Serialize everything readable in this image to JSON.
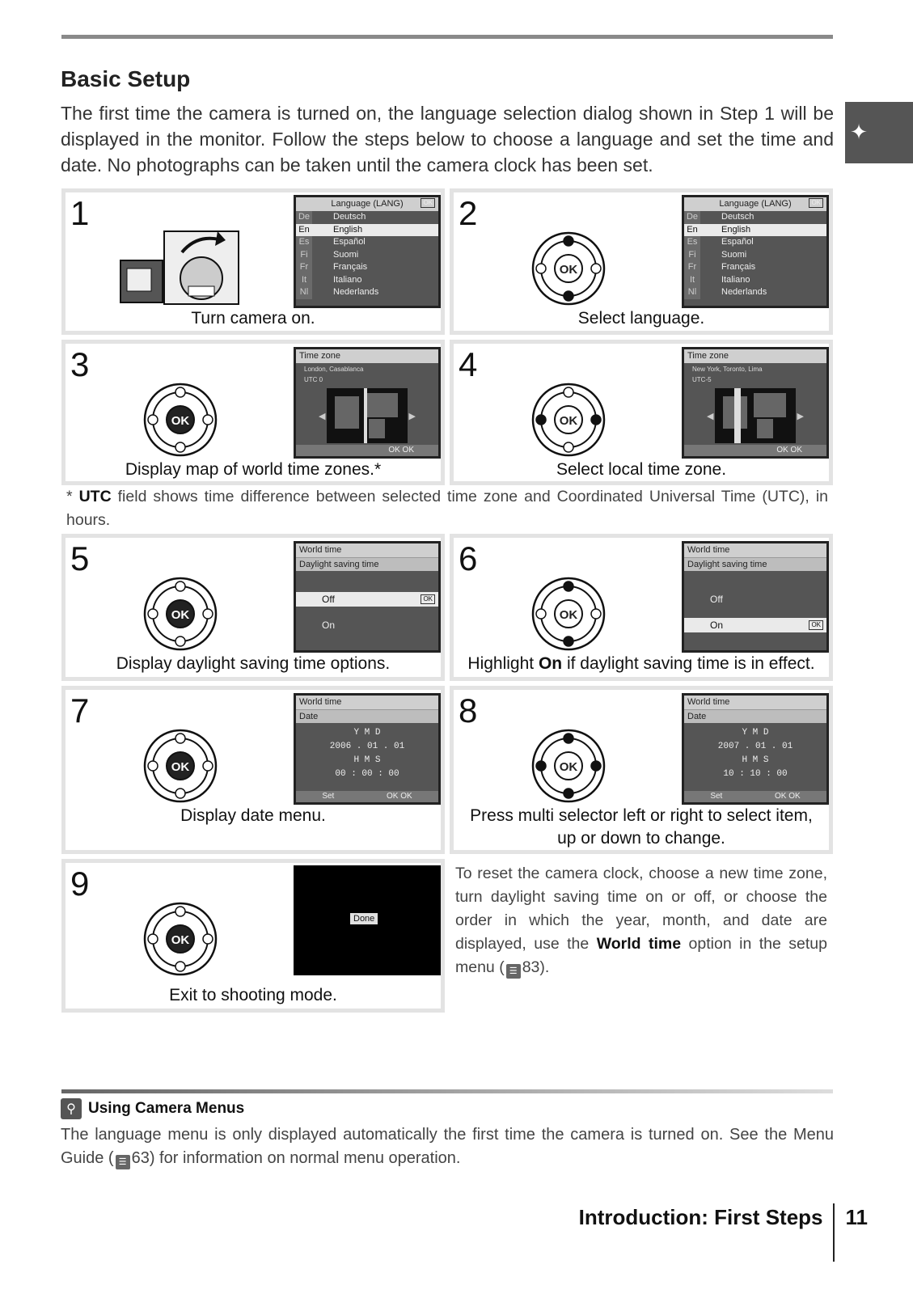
{
  "header": {
    "title": "Basic Setup",
    "intro": "The first time the camera is turned on, the language selection dialog shown in Step 1 will be displayed in the monitor.  Follow the steps below to choose a language and set the time and date.  No photographs can be taken until the camera clock has been set."
  },
  "side_tab_icon": "rooster-icon",
  "ok_label": "OK",
  "language_screen": {
    "title": "Language (LANG)",
    "rows": [
      {
        "code": "De",
        "name": "Deutsch"
      },
      {
        "code": "En",
        "name": "English"
      },
      {
        "code": "Es",
        "name": "Español"
      },
      {
        "code": "Fi",
        "name": "Suomi"
      },
      {
        "code": "Fr",
        "name": "Français"
      },
      {
        "code": "It",
        "name": "Italiano"
      },
      {
        "code": "Nl",
        "name": "Nederlands"
      }
    ],
    "selected": "English",
    "ok_mark": "OK"
  },
  "steps": [
    {
      "num": "1",
      "caption": "Turn camera on."
    },
    {
      "num": "2",
      "caption": "Select language."
    },
    {
      "num": "3",
      "caption": "Display map of world time zones.*"
    },
    {
      "num": "4",
      "caption": "Select local time zone."
    },
    {
      "num": "5",
      "caption": "Display daylight saving time options."
    },
    {
      "num": "6",
      "caption_pre": "Highlight ",
      "caption_bold": "On",
      "caption_post": " if daylight saving time is in effect."
    },
    {
      "num": "7",
      "caption": "Display date menu."
    },
    {
      "num": "8",
      "caption_line1": "Press multi selector left or right to select item,",
      "caption_line2": "up or down to change."
    },
    {
      "num": "9",
      "caption": "Exit to shooting mode."
    }
  ],
  "timezone_screens": {
    "title": "Time zone",
    "step3": {
      "city": "London, Casablanca",
      "utc": "UTC  0"
    },
    "step4": {
      "city": "New York, Toronto, Lima",
      "utc": "UTC-5"
    },
    "ok_footer": "OK OK"
  },
  "dst_screen": {
    "title": "World time",
    "subtitle": "Daylight saving time",
    "off": "Off",
    "on": "On",
    "ok_mark": "OK"
  },
  "date_screen": {
    "title": "World time",
    "subtitle": "Date",
    "ymd_header": "Y    M    D",
    "hms_header": "H    M    S",
    "step7": {
      "date": "2006 . 01 . 01",
      "time": "00 : 00 : 00"
    },
    "step8": {
      "date": "2007 . 01 . 01",
      "time": "10 : 10 : 00"
    },
    "set_label": "Set",
    "ok_footer": "OK OK"
  },
  "done_screen": {
    "label": "Done"
  },
  "footnote": {
    "star": "* ",
    "bold": "UTC",
    "text": " field shows time difference between selected time zone and Coordinated Universal Time (UTC), in hours."
  },
  "reset_note": {
    "pre": "To reset the camera clock, choose a new time zone, turn daylight saving time on or off, or choose the order in which the year, month, and date are displayed, use the ",
    "bold": "World time",
    "mid": " option in the setup menu (",
    "ref": "83",
    "post": ")."
  },
  "tip": {
    "title": "Using Camera Menus",
    "pre": "The language menu is only displayed automatically the first time the camera is turned on.  See the Menu Guide (",
    "ref": "63",
    "post": ") for information on normal menu operation."
  },
  "footer": {
    "section": "Introduction: First Steps",
    "page": "11"
  }
}
